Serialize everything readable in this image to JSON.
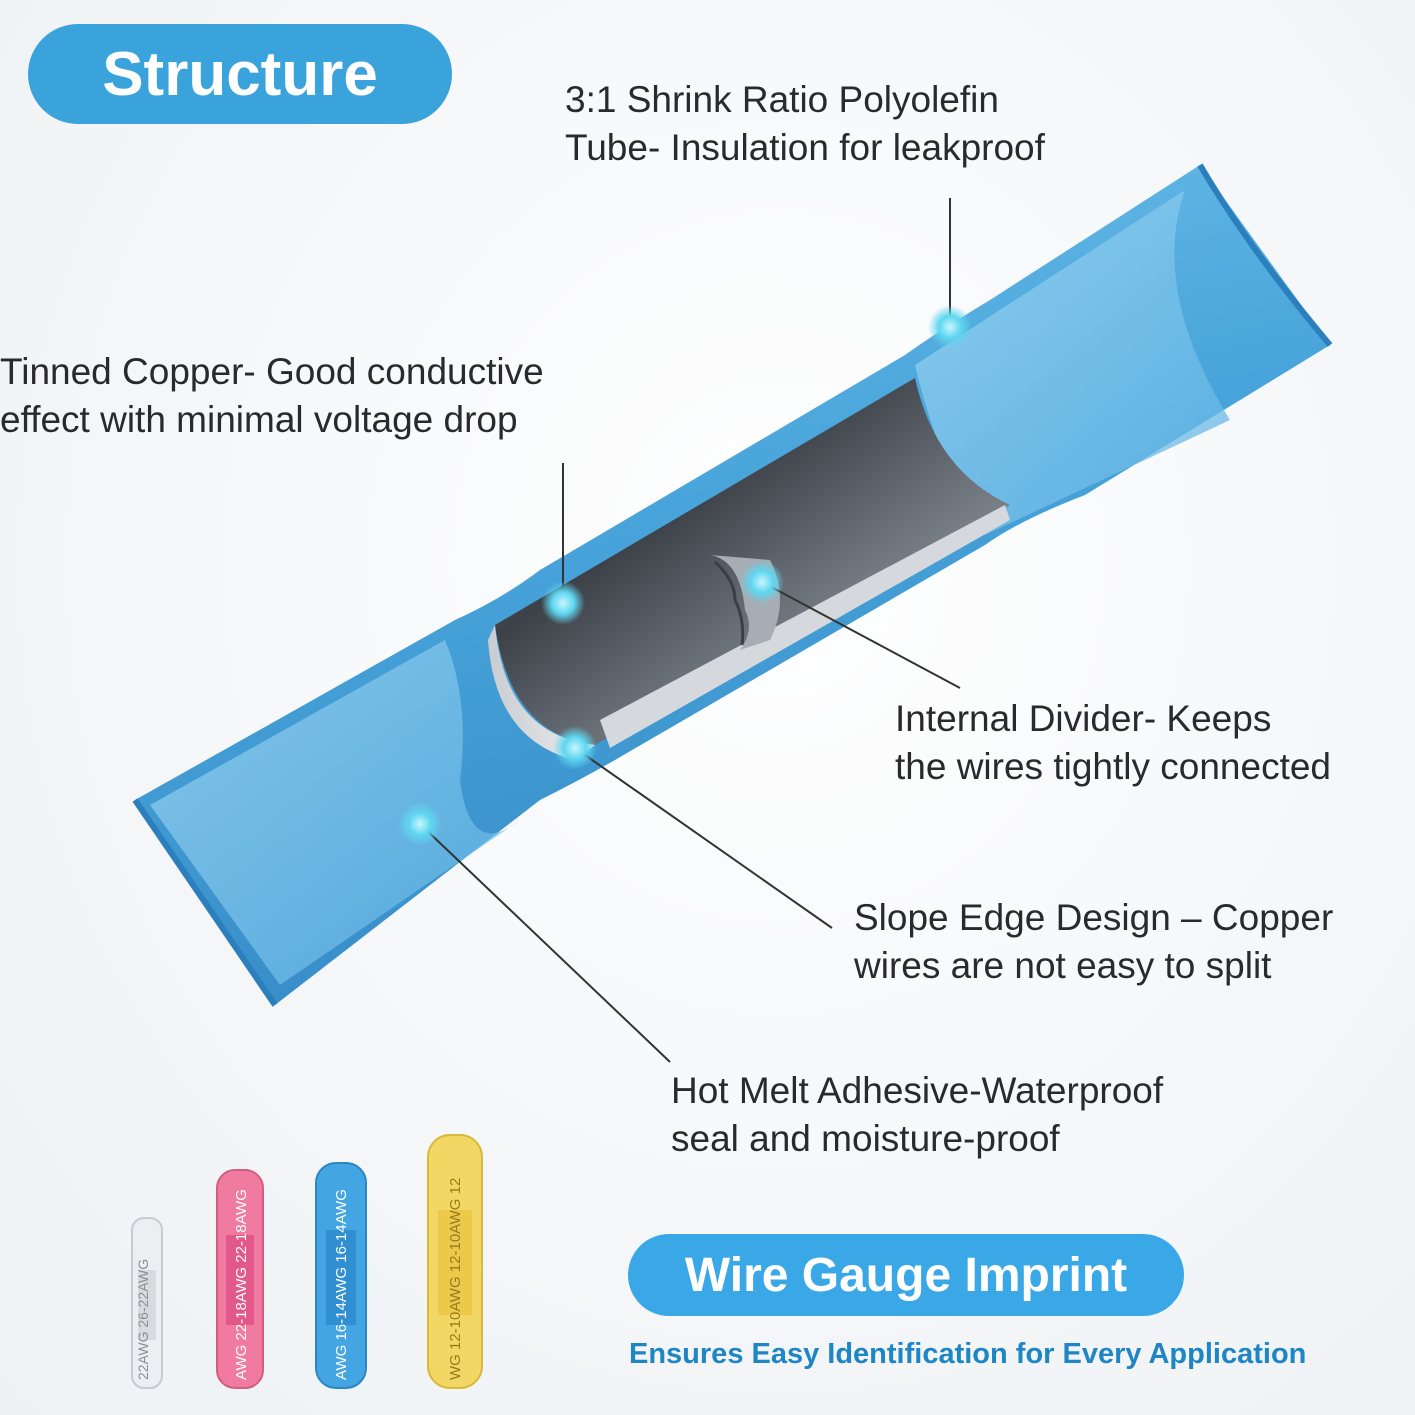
{
  "header": {
    "title": "Structure"
  },
  "callouts": {
    "shrink_tube": {
      "line1": "3:1 Shrink Ratio Polyolefin",
      "line2": "Tube- Insulation for leakproof"
    },
    "tinned_copper": {
      "line1": "Tinned Copper- Good conductive",
      "line2": "effect with minimal voltage drop"
    },
    "internal_divider": {
      "line1": "Internal Divider- Keeps",
      "line2": "the wires tightly connected"
    },
    "slope_edge": {
      "line1": "Slope Edge Design – Copper",
      "line2": "wires are not easy to split"
    },
    "hot_melt": {
      "line1": "Hot Melt Adhesive-Waterproof",
      "line2": "seal and moisture-proof"
    }
  },
  "footer": {
    "badge": "Wire Gauge Imprint",
    "subtitle": "Ensures Easy Identification for Every Application"
  },
  "connectors": [
    {
      "color_name": "white",
      "imprint": "22AWG 26-22AWG",
      "color": "#e9ecef"
    },
    {
      "color_name": "pink",
      "imprint": "AWG 22-18AWG 22-18AWG",
      "color": "#f07aa0"
    },
    {
      "color_name": "blue",
      "imprint": "AWG 16-14AWG 16-14AWG",
      "color": "#43a6e3"
    },
    {
      "color_name": "yellow",
      "imprint": "WG 12-10AWG 12-10AWG 12",
      "color": "#f3d764"
    }
  ],
  "colors": {
    "accent": "#3aa3dc",
    "tube": "#4aa9e0",
    "marker": "#5fd6f0"
  }
}
